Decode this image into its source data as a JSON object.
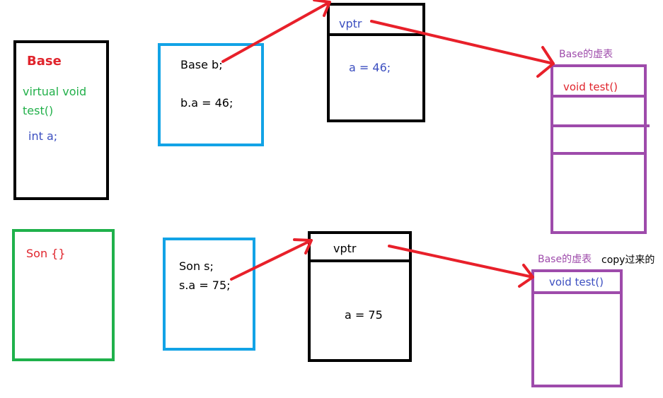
{
  "colors": {
    "black": "#000000",
    "blue_box": "#12a3e6",
    "green_box": "#1fb14b",
    "purple": "#9e4bab",
    "red_text": "#e0242c",
    "green_text": "#22b04a",
    "blue_text": "#3c4fc0",
    "arrow": "#e8202a"
  },
  "base_class": {
    "name": "Base",
    "method_line1": "virtual void",
    "method_line2": "test()",
    "member": "int a;"
  },
  "base_instance": {
    "decl": "Base b;",
    "assign": "b.a = 46;"
  },
  "base_object": {
    "vptr": "vptr",
    "member": "a = 46;"
  },
  "base_vtable": {
    "title": "Base的虚表",
    "entry": "void test()"
  },
  "son_class": {
    "name": "Son {}"
  },
  "son_instance": {
    "decl": "Son s;",
    "assign": "s.a = 75;"
  },
  "son_object": {
    "vptr": "vptr",
    "member": "a = 75"
  },
  "son_vtable": {
    "title": "Base的虚表",
    "note": "copy过来的",
    "entry": "void test()"
  }
}
